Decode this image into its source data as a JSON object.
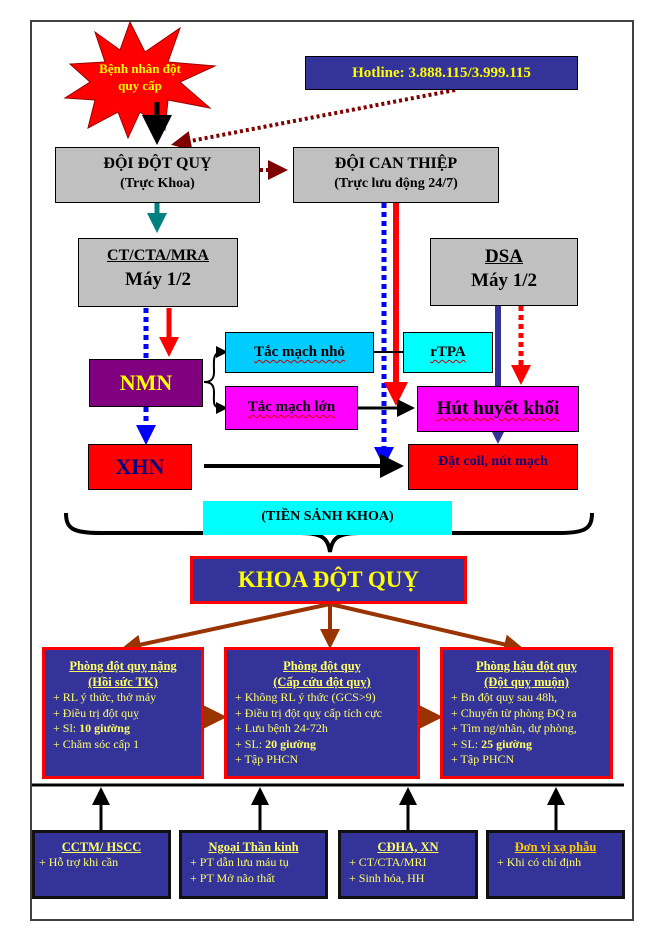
{
  "start": {
    "label_line1": "Bệnh nhân đột",
    "label_line2": "quy cấp"
  },
  "hotline": {
    "label": "Hotline: 3.888.115/3.999.115"
  },
  "stroke_team": {
    "title": "ĐỘI ĐỘT QUỴ",
    "subtitle": "(Trực Khoa)"
  },
  "intervention_team": {
    "title": "ĐỘI CAN THIỆP",
    "subtitle": "(Trực lưu động 24/7)"
  },
  "ct": {
    "title": "CT/CTA/MRA",
    "subtitle": "Máy 1/2"
  },
  "dsa": {
    "title": "DSA",
    "subtitle": "Máy 1/2"
  },
  "nmn": {
    "label": "NMN"
  },
  "small_vessel": {
    "label": "Tắc mạch nhỏ"
  },
  "large_vessel": {
    "label": "Tắc mạch lớn"
  },
  "rtpa": {
    "label": "rTPA"
  },
  "thrombectomy": {
    "label": "Hút huyết khối"
  },
  "xhn": {
    "label": "XHN"
  },
  "coil": {
    "label": "Đặt coil, nút mạch"
  },
  "lobby": {
    "label": "(TIỀN SẢNH KHOA)"
  },
  "department": {
    "label": "KHOA ĐỘT QUỴ"
  },
  "rooms": [
    {
      "title": "Phòng đột quỵ nặng",
      "subtitle": "(Hồi sức TK)",
      "items": [
        {
          "prefix": "+ RL ý thức, thở máy",
          "bold": ""
        },
        {
          "prefix": "+ Điều trị đột quỵ",
          "bold": ""
        },
        {
          "prefix": "+ Sl: ",
          "bold": "10 giường"
        },
        {
          "prefix": "+ Chăm sóc cấp 1",
          "bold": ""
        }
      ]
    },
    {
      "title": "Phòng đột quỵ",
      "subtitle": "(Cấp cứu đột quỵ)",
      "items": [
        {
          "prefix": "+ Không RL ý thức (GCS>9)",
          "bold": ""
        },
        {
          "prefix": "+ Điều trị đột quỵ cấp tích cực",
          "bold": ""
        },
        {
          "prefix": "+ Lưu bệnh 24-72h",
          "bold": ""
        },
        {
          "prefix": "+ SL: ",
          "bold": "20 giường"
        },
        {
          "prefix": "+ Tập PHCN",
          "bold": ""
        }
      ]
    },
    {
      "title": "Phòng hậu đột quỵ",
      "subtitle": "(Đột quỵ muộn)",
      "items": [
        {
          "prefix": "+ Bn đột quỵ sau 48h,",
          "bold": ""
        },
        {
          "prefix": "+ Chuyển từ phòng ĐQ ra",
          "bold": ""
        },
        {
          "prefix": "+ Tìm ng/nhân, dự phòng,",
          "bold": ""
        },
        {
          "prefix": "+ SL: ",
          "bold": "25 giường"
        },
        {
          "prefix": "+ Tập PHCN",
          "bold": ""
        }
      ]
    }
  ],
  "support_units": [
    {
      "title": "CCTM/ HSCC",
      "items": [
        "+ Hỗ trợ khi cần"
      ]
    },
    {
      "title": "Ngoại Thần kinh",
      "items": [
        "+ PT dẫn lưu máu tụ",
        "+ PT Mở não thất"
      ]
    },
    {
      "title": "CĐHA, XN",
      "items": [
        "+ CT/CTA/MRI",
        "+ Sinh hóa, HH"
      ]
    },
    {
      "title": "Đơn vị xạ phẫu",
      "items": [
        "+  Khi có chỉ định"
      ]
    }
  ],
  "colors": {
    "red": "#ff0000",
    "navy": "#333399",
    "yellow": "#ffff66",
    "gray": "#c0c0c0",
    "magenta": "#ff00ff",
    "cyan": "#00ffff",
    "sky": "#00ccff",
    "purple": "#800080",
    "teal": "#008080",
    "brown": "#993300",
    "dark_red": "#800000",
    "blue": "#0000ff"
  }
}
